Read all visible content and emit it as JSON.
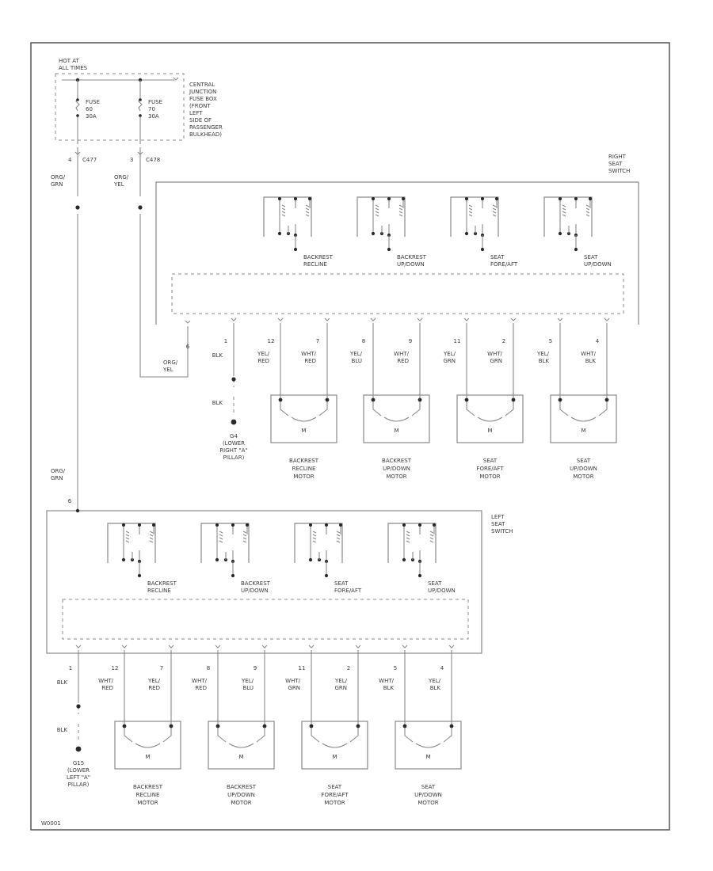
{
  "diagram_code": "W0001",
  "fuse_block": {
    "hot_label": [
      "HOT AT",
      "ALL TIMES"
    ],
    "fuse_left": [
      "FUSE",
      "60",
      "30A"
    ],
    "fuse_right": [
      "FUSE",
      "70",
      "30A"
    ],
    "location": [
      "CENTRAL",
      "JUNCTION",
      "FUSE BOX",
      "(FRONT",
      "LEFT",
      "SIDE OF",
      "PASSENGER",
      "BULKHEAD)"
    ],
    "conn_left": [
      "4",
      "C477"
    ],
    "conn_right": [
      "3",
      "C478"
    ],
    "wire_left": [
      "ORG/",
      "GRN"
    ],
    "wire_right": [
      "ORG/",
      "YEL"
    ]
  },
  "right_switch": {
    "title": [
      "RIGHT",
      "SEAT",
      "SWITCH"
    ],
    "sections": [
      [
        "BACKREST",
        "RECLINE"
      ],
      [
        "BACKREST",
        "UP/DOWN"
      ],
      [
        "SEAT",
        "FORE/AFT"
      ],
      [
        "SEAT",
        "UP/DOWN"
      ]
    ],
    "feed_pin": "6",
    "feed_wire": [
      "ORG/",
      "YEL"
    ],
    "ground_pin": "1",
    "ground_wire": "BLK",
    "ground_wire2": "BLK",
    "ground": [
      "G4",
      "(LOWER",
      "RIGHT \"A\"",
      "PILLAR)"
    ],
    "pins": [
      {
        "pin": "12",
        "wire": [
          "YEL/",
          "RED"
        ],
        "color": "#f4b06c"
      },
      {
        "pin": "7",
        "wire": [
          "WHT/",
          "RED"
        ],
        "color": "#f09aa8"
      },
      {
        "pin": "8",
        "wire": [
          "YEL/",
          "BLU"
        ],
        "color": "#dde07a"
      },
      {
        "pin": "9",
        "wire": [
          "WHT/",
          "RED"
        ],
        "color": "#e6e6e6"
      },
      {
        "pin": "11",
        "wire": [
          "YEL/",
          "GRN"
        ],
        "color": "#cdea84"
      },
      {
        "pin": "2",
        "wire": [
          "WHT/",
          "GRN"
        ],
        "color": "#b9e8a4"
      },
      {
        "pin": "5",
        "wire": [
          "YEL/",
          "BLK"
        ],
        "color": "#e3e86a"
      },
      {
        "pin": "4",
        "wire": [
          "WHT/",
          "BLK"
        ],
        "color": "#aaaaaa"
      }
    ],
    "motors": [
      [
        "BACKREST",
        "RECLINE",
        "MOTOR"
      ],
      [
        "BACKREST",
        "UP/DOWN",
        "MOTOR"
      ],
      [
        "SEAT",
        "FORE/AFT",
        "MOTOR"
      ],
      [
        "SEAT",
        "UP/DOWN",
        "MOTOR"
      ]
    ]
  },
  "left_switch": {
    "title": [
      "LEFT",
      "SEAT",
      "SWITCH"
    ],
    "feed_pin": "6",
    "feed_wire": [
      "ORG/",
      "GRN"
    ],
    "sections": [
      [
        "BACKREST",
        "RECLINE"
      ],
      [
        "BACKREST",
        "UP/DOWN"
      ],
      [
        "SEAT",
        "FORE/AFT"
      ],
      [
        "SEAT",
        "UP/DOWN"
      ]
    ],
    "ground_pin": "1",
    "ground_wire": "BLK",
    "ground_wire2": "BLK",
    "ground": [
      "G15",
      "(LOWER",
      "LEFT \"A\"",
      "PILLAR)"
    ],
    "pins": [
      {
        "pin": "12",
        "wire": [
          "WHT/",
          "RED"
        ],
        "color": "#f09aa8"
      },
      {
        "pin": "7",
        "wire": [
          "YEL/",
          "RED"
        ],
        "color": "#f4b06c"
      },
      {
        "pin": "8",
        "wire": [
          "WHT/",
          "RED"
        ],
        "color": "#f09aa8"
      },
      {
        "pin": "9",
        "wire": [
          "YEL/",
          "BLU"
        ],
        "color": "#e3e86a"
      },
      {
        "pin": "11",
        "wire": [
          "WHT/",
          "GRN"
        ],
        "color": "#b9e8a4"
      },
      {
        "pin": "2",
        "wire": [
          "YEL/",
          "GRN"
        ],
        "color": "#cdea84"
      },
      {
        "pin": "5",
        "wire": [
          "WHT/",
          "BLK"
        ],
        "color": "#aaaaaa"
      },
      {
        "pin": "4",
        "wire": [
          "YEL/",
          "BLK"
        ],
        "color": "#e3e86a"
      }
    ],
    "motors": [
      [
        "BACKREST",
        "RECLINE",
        "MOTOR"
      ],
      [
        "BACKREST",
        "UP/DOWN",
        "MOTOR"
      ],
      [
        "SEAT",
        "FORE/AFT",
        "MOTOR"
      ],
      [
        "SEAT",
        "UP/DOWN",
        "MOTOR"
      ]
    ]
  },
  "motor_symbol": "M",
  "colors": {
    "orange": "#f5b25a",
    "yellow_green": "#dbe98f"
  }
}
